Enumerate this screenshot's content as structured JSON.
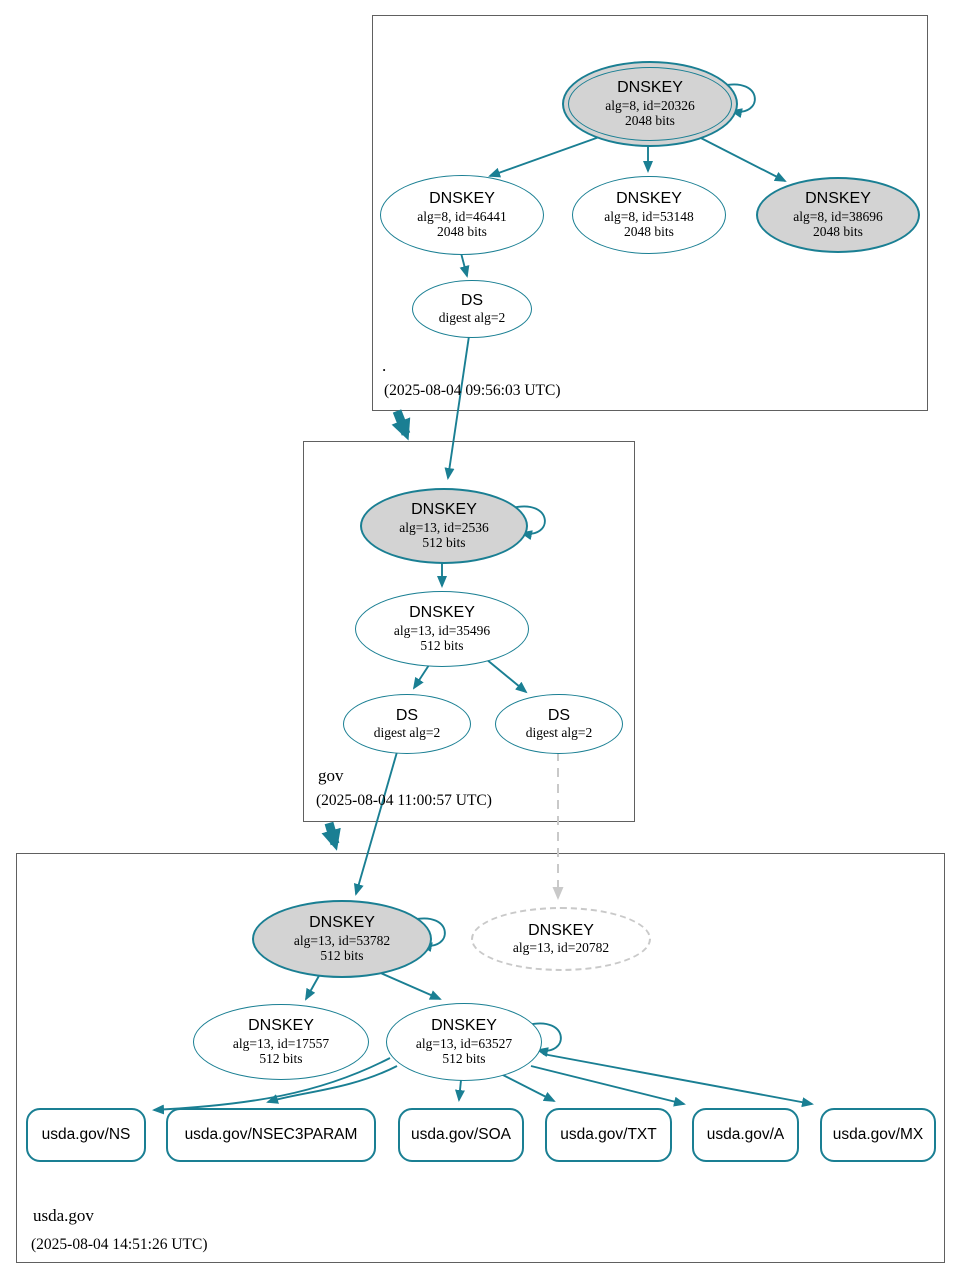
{
  "colors": {
    "edge_teal": "#1a7f93",
    "key_fill_gray": "#d3d3d3",
    "missing_gray": "#c9c9c9",
    "box_border": "#606060",
    "text": "#000000"
  },
  "root_zone": {
    "label": ".",
    "timestamp": "(2025-08-04 09:56:03 UTC)",
    "ksk": {
      "title": "DNSKEY",
      "detail": "alg=8, id=20326",
      "bits": "2048 bits"
    },
    "zsk_left": {
      "title": "DNSKEY",
      "detail": "alg=8, id=46441",
      "bits": "2048 bits"
    },
    "zsk_mid": {
      "title": "DNSKEY",
      "detail": "alg=8, id=53148",
      "bits": "2048 bits"
    },
    "ksk_right": {
      "title": "DNSKEY",
      "detail": "alg=8, id=38696",
      "bits": "2048 bits"
    },
    "ds": {
      "title": "DS",
      "detail": "digest alg=2"
    }
  },
  "gov_zone": {
    "label": "gov",
    "timestamp": "(2025-08-04 11:00:57 UTC)",
    "ksk": {
      "title": "DNSKEY",
      "detail": "alg=13, id=2536",
      "bits": "512 bits"
    },
    "zsk": {
      "title": "DNSKEY",
      "detail": "alg=13, id=35496",
      "bits": "512 bits"
    },
    "ds_left": {
      "title": "DS",
      "detail": "digest alg=2"
    },
    "ds_right": {
      "title": "DS",
      "detail": "digest alg=2"
    }
  },
  "usda_zone": {
    "label": "usda.gov",
    "timestamp": "(2025-08-04 14:51:26 UTC)",
    "ksk": {
      "title": "DNSKEY",
      "detail": "alg=13, id=53782",
      "bits": "512 bits"
    },
    "missing_key": {
      "title": "DNSKEY",
      "detail": "alg=13, id=20782"
    },
    "zsk_left": {
      "title": "DNSKEY",
      "detail": "alg=13, id=17557",
      "bits": "512 bits"
    },
    "zsk_right": {
      "title": "DNSKEY",
      "detail": "alg=13, id=63527",
      "bits": "512 bits"
    },
    "rrsets": [
      {
        "label": "usda.gov/NS"
      },
      {
        "label": "usda.gov/NSEC3PARAM"
      },
      {
        "label": "usda.gov/SOA"
      },
      {
        "label": "usda.gov/TXT"
      },
      {
        "label": "usda.gov/A"
      },
      {
        "label": "usda.gov/MX"
      }
    ]
  }
}
